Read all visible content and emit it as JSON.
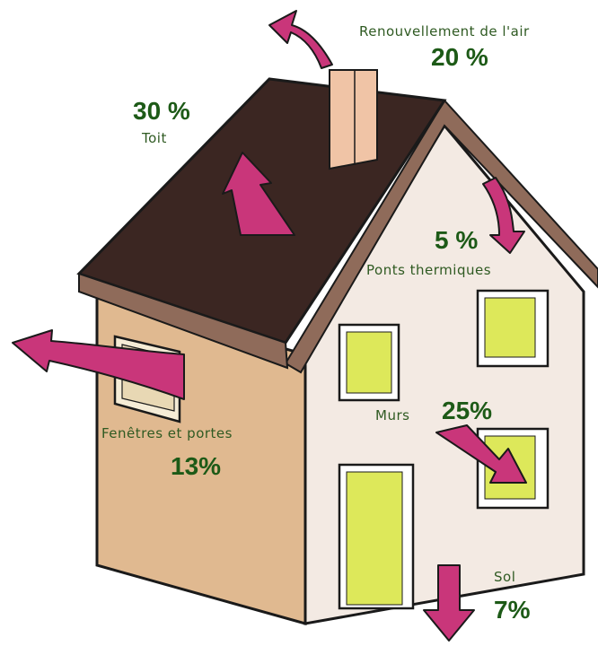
{
  "colors": {
    "arrow": "#c9367a",
    "roof": "#3b2622",
    "roof_edge": "#8f6b5a",
    "wall_left": "#e0b990",
    "wall_front": "#f3eae3",
    "window": "#dde85a",
    "chimney": "#f0c4a6",
    "label": "#2f5a22",
    "percent": "#1d5a17"
  },
  "labels": {
    "air": {
      "name": "Renouvellement de l'air",
      "value": "20 %"
    },
    "toit": {
      "name": "Toit",
      "value": "30 %"
    },
    "ponts": {
      "name": "Ponts thermiques",
      "value": "5 %"
    },
    "fenetres": {
      "name": "Fenêtres et portes",
      "value": "13%"
    },
    "murs": {
      "name": "Murs",
      "value": "25%"
    },
    "sol": {
      "name": "Sol",
      "value": "7%"
    }
  }
}
